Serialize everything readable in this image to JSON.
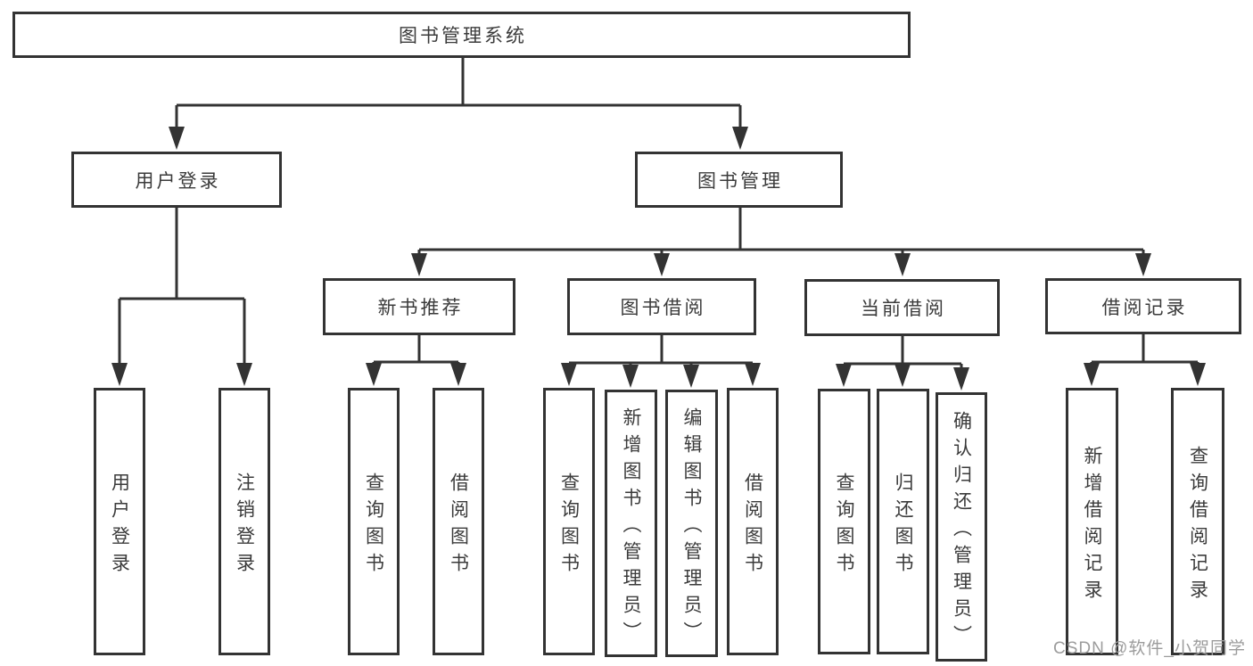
{
  "colors": {
    "line": "#333333",
    "text": "#3b3b3b",
    "background": "#ffffff",
    "watermark_text_color": "#9c9c9c"
  },
  "tree": {
    "root": {
      "label": "图书管理系统"
    },
    "level1": [
      {
        "label": "用户登录",
        "leaves": [
          {
            "label": "用户登录"
          },
          {
            "label": "注销登录"
          }
        ]
      },
      {
        "label": "图书管理",
        "groups": [
          {
            "label": "新书推荐",
            "leaves": [
              {
                "label": "查询图书"
              },
              {
                "label": "借阅图书"
              }
            ]
          },
          {
            "label": "图书借阅",
            "leaves": [
              {
                "label": "查询图书"
              },
              {
                "label": "新增图书（管理员）"
              },
              {
                "label": "编辑图书（管理员）"
              },
              {
                "label": "借阅图书"
              }
            ]
          },
          {
            "label": "当前借阅",
            "leaves": [
              {
                "label": "查询图书"
              },
              {
                "label": "归还图书"
              },
              {
                "label": "确认归还（管理员）"
              }
            ]
          },
          {
            "label": "借阅记录",
            "leaves": [
              {
                "label": "新增借阅记录"
              },
              {
                "label": "查询借阅记录"
              }
            ]
          }
        ]
      }
    ]
  },
  "watermark": {
    "text": "CSDN @软件_小贺同学"
  }
}
